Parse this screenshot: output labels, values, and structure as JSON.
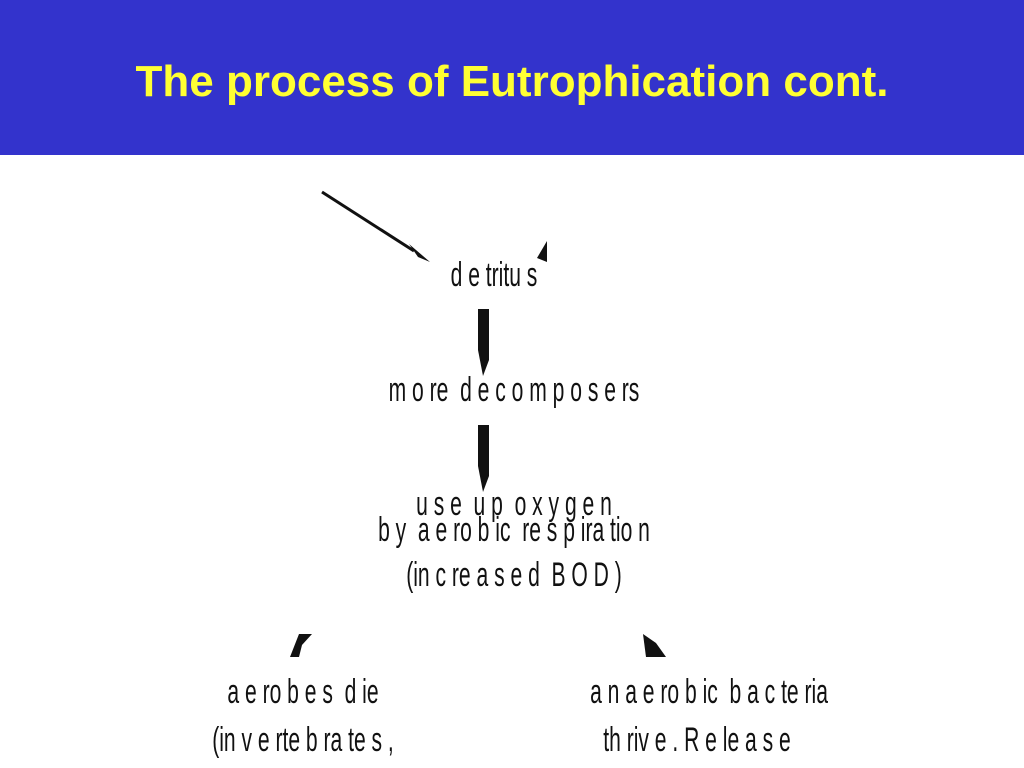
{
  "slide": {
    "title": "The process of Eutrophication cont.",
    "header_color": "#3333cc",
    "title_color": "#ffff33"
  },
  "diagram": {
    "nodes": {
      "detritus": "d e tritu s",
      "more_decomposers": "m o re  d e c o m p o s e rs",
      "use_up_oxygen": "u s e  u p  o x y g e n",
      "aerobic_respiration": "b y  a e ro b ic  re s p ira tio n",
      "increased_bod": "(in c re a s e d  B O D )",
      "aerobes_die_line1": "a e ro b e s  d ie",
      "aerobes_die_line2": "(in v e rte b ra te s ,",
      "anaerobic_line1": "a n a e ro b ic  b a c te ria",
      "anaerobic_line2": "th riv e . R e le a s e"
    }
  }
}
